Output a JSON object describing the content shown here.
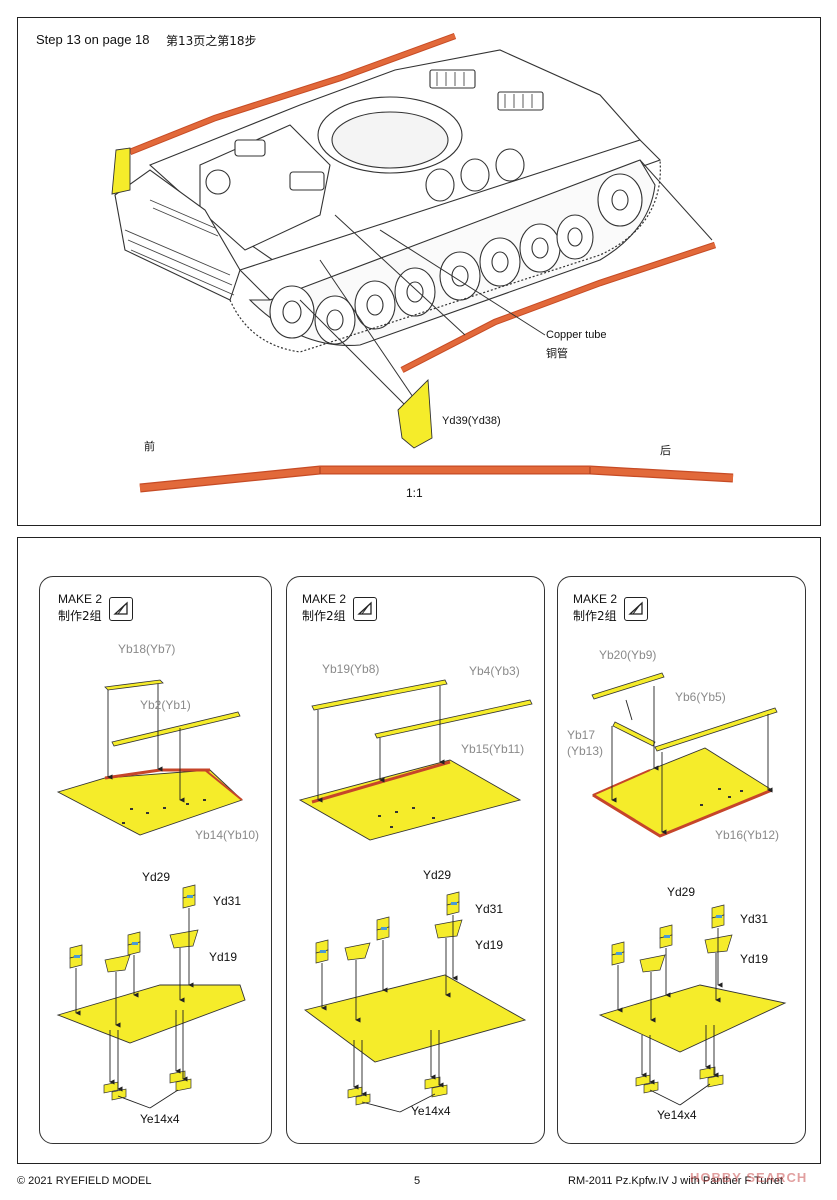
{
  "step_header": {
    "en": "Step 13 on page 18",
    "cn": "第13页之第18步"
  },
  "top_labels": {
    "copper_tube_en": "Copper tube",
    "copper_tube_cn": "铜管",
    "part_yd39": "Yd39(Yd38)",
    "front_cn": "前",
    "rear_cn": "后",
    "scale": "1:1"
  },
  "panels": [
    {
      "make_en": "MAKE 2",
      "make_cn": "制作2组",
      "rail_top": "Yb18(Yb7)",
      "rail_bottom": "Yb2(Yb1)",
      "plate": "Yb14(Yb10)",
      "yd29": "Yd29",
      "yd31": "Yd31",
      "yd19": "Yd19",
      "ye14": "Ye14x4"
    },
    {
      "make_en": "MAKE 2",
      "make_cn": "制作2组",
      "rail_top": "Yb19(Yb8)",
      "rail_bottom": "Yb4(Yb3)",
      "plate": "Yb15(Yb11)",
      "yd29": "Yd29",
      "yd31": "Yd31",
      "yd19": "Yd19",
      "ye14": "Ye14x4"
    },
    {
      "make_en": "MAKE 2",
      "make_cn": "制作2组",
      "rail_top": "Yb20(Yb9)",
      "rail_mid_1": "Yb17",
      "rail_mid_2": "(Yb13)",
      "rail_bottom": "Yb6(Yb5)",
      "plate": "Yb16(Yb12)",
      "yd29": "Yd29",
      "yd31": "Yd31",
      "yd19": "Yd19",
      "ye14": "Ye14x4"
    }
  ],
  "footer": {
    "copyright": "© 2021 RYEFIELD MODEL",
    "page": "5",
    "product": "RM-2011 Pz.Kpfw.IV J with Panther F Turret",
    "watermark": "HOBBY SEARCH"
  },
  "colors": {
    "copper": "#e2693a",
    "etch_yellow": "#f5ec2a",
    "plate_edge": "#c6452a",
    "tank_line": "#333333"
  },
  "icons": [
    "bend-icon",
    "tank-illustration",
    "copper-tube",
    "photo-etch-plate",
    "photo-etch-bracket"
  ]
}
